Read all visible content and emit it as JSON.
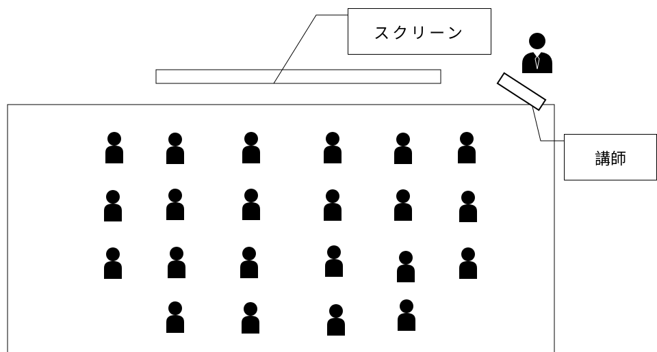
{
  "labels": {
    "screen": "スクリーン",
    "lecturer": "講師"
  },
  "room": {
    "student_rows": [
      6,
      6,
      6,
      4
    ],
    "student_count": 22
  },
  "colors": {
    "ink": "#000000",
    "paper": "#ffffff"
  },
  "icons": {
    "student": "person-icon",
    "lecturer": "person-with-tie-icon"
  }
}
